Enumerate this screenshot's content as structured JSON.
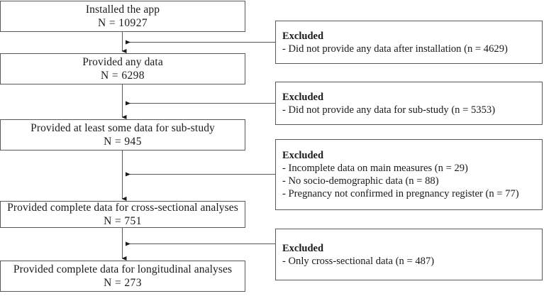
{
  "figure": {
    "type": "flow-diagram",
    "orientation": "vertical-with-side-exclusions",
    "line_color": "#595959",
    "text_color": "#1a1a1a",
    "background": "#ffffff"
  },
  "main_flow": [
    {
      "id": "installed",
      "title": "Installed the app",
      "count_label": "N = 10927",
      "n": 10927
    },
    {
      "id": "any-data",
      "title": "Provided any data",
      "count_label": "N = 6298",
      "n": 6298
    },
    {
      "id": "some-data-substudy",
      "title": "Provided at least some data for sub-study",
      "count_label": "N = 945",
      "n": 945
    },
    {
      "id": "cross-sectional",
      "title": "Provided complete data for cross-sectional analyses",
      "count_label": "N = 751",
      "n": 751
    },
    {
      "id": "longitudinal",
      "title": "Provided complete data for longitudinal  analyses",
      "count_label": "N = 273",
      "n": 273
    }
  ],
  "exclusions": [
    {
      "id": "excl-1",
      "heading": "Excluded",
      "items": [
        "- Did not provide any data after installation (n = 4629)"
      ]
    },
    {
      "id": "excl-2",
      "heading": "Excluded",
      "items": [
        "- Did not provide any data for sub-study (n = 5353)"
      ]
    },
    {
      "id": "excl-3",
      "heading": "Excluded",
      "items": [
        "-  Incomplete data on main measures (n = 29)",
        "-  No socio-demographic data (n = 88)",
        "-  Pregnancy not confirmed in pregnancy register (n = 77)"
      ]
    },
    {
      "id": "excl-4",
      "heading": "Excluded",
      "items": [
        "-  Only cross-sectional data (n = 487)"
      ]
    }
  ]
}
